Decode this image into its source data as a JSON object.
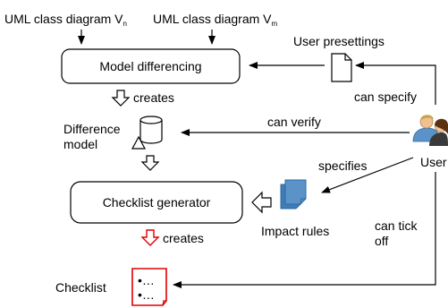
{
  "inputs": {
    "diagram_n_label": "UML class diagram V",
    "diagram_n_sub": "n",
    "diagram_m_label": "UML class diagram V",
    "diagram_m_sub": "m"
  },
  "nodes": {
    "model_differencing": "Model differencing",
    "difference_model_line1": "Difference",
    "difference_model_line2": "model",
    "checklist_generator": "Checklist generator",
    "checklist": "Checklist",
    "checklist_bullet": "•…",
    "user_presettings": "User presettings",
    "impact_rules": "Impact rules",
    "user": "User"
  },
  "edges": {
    "creates_1": "creates",
    "creates_2": "creates",
    "can_specify": "can specify",
    "can_verify": "can verify",
    "specifies": "specifies",
    "can_tick_line1": "can tick",
    "can_tick_line2": "off"
  },
  "colors": {
    "highlight": "#e00000",
    "rules_fill": "#5b93c8",
    "rules_stroke": "#2e6aa1"
  }
}
